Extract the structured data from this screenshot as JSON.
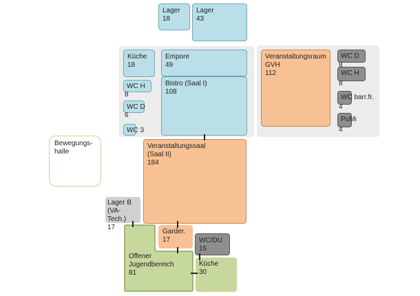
{
  "rooms": {
    "lager18": {
      "name": "Lager",
      "area": "18"
    },
    "lager43": {
      "name": "Lager",
      "area": "43"
    },
    "kueche18": {
      "name": "Küche",
      "area": "18"
    },
    "empore": {
      "name": "Empore",
      "area": "49"
    },
    "bistro": {
      "name": "Bistro (Saal I)",
      "area": "108"
    },
    "wch_left": {
      "name": "WC H",
      "area": "8"
    },
    "wcd_left": {
      "name": "WC D",
      "area": "6"
    },
    "wc3": {
      "name": "WC 3"
    },
    "veranstaltungsraum": {
      "name": "Veranstaltungsraum\nGVH",
      "area": "112"
    },
    "wcd_right": {
      "name": "WC D",
      "area": "8"
    },
    "wch_right": {
      "name": "WC H",
      "area": "8"
    },
    "wc_barr": {
      "name": "WC barr.fr.",
      "area": "4"
    },
    "pumi": {
      "name": "PuMi",
      "area": "4"
    },
    "bewegungshalle": {
      "name": "Bewegungs-\nhalle"
    },
    "veranstaltungssaal": {
      "name": "Veranstaltungssaal\n(Saal II)",
      "area": "184"
    },
    "lager_b": {
      "name": "Lager B\n(VA-Tech.)",
      "area": "17"
    },
    "jugendbereich": {
      "name": "Offener\nJugendbereich",
      "area": "81"
    },
    "garderobe": {
      "name": "Garder.",
      "area": "17"
    },
    "wc_du": {
      "name": "WC/DU",
      "area": "16"
    },
    "kueche30": {
      "name": "Küche",
      "area": "30"
    }
  },
  "colors": {
    "blue": "#badfe8",
    "orange": "#f8c193",
    "green": "#c6d89b",
    "dark_gray": "#8e8e8e",
    "light_gray": "#d0d0d0",
    "zone": "#ececec"
  }
}
